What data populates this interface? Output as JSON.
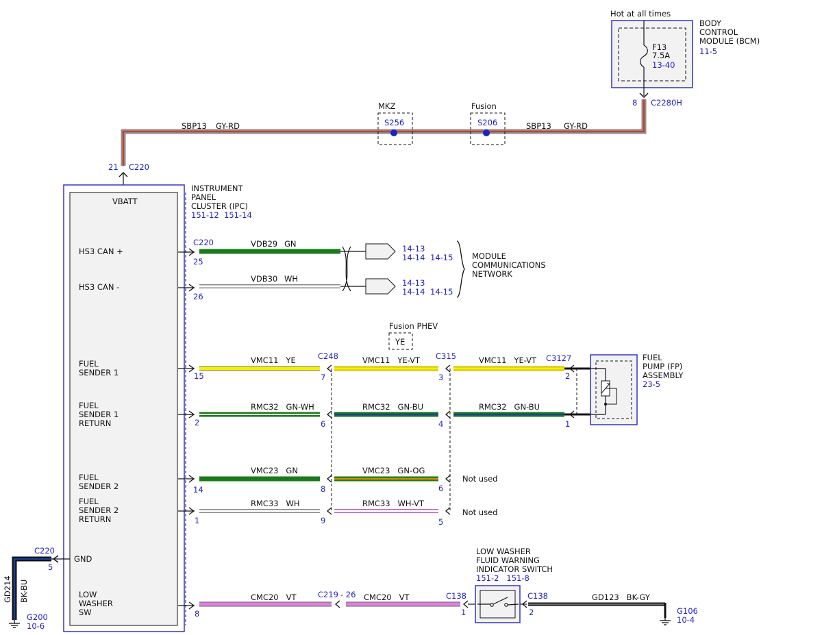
{
  "colors": {
    "module_border": "#3333cc",
    "module_fill": "#f2f2f2",
    "ref_blue": "#1f1fc8",
    "gy": "#9a9a9a",
    "rd": "#d23a2a",
    "gn": "#1a7a1a",
    "ye": "#f4f000",
    "vt": "#e080e0",
    "bu": "#1d3f9a",
    "og": "#d09000",
    "bk": "#111111",
    "wh": "#ffffff"
  },
  "bcm": {
    "supply_label": "Hot at all times",
    "title": "BODY\nCONTROL\nMODULE (BCM)",
    "ref": "11-5",
    "fuse_name": "F13",
    "fuse_rating": "7.5A",
    "fuse_ref": "13-40",
    "pin": "8",
    "connector": "C2280H"
  },
  "top_wire": {
    "circuit_left": "SBP13",
    "color_left": "GY-RD",
    "circuit_right": "SBP13",
    "color_right": "GY-RD",
    "splice1_variant": "MKZ",
    "splice1": "S256",
    "splice2_variant": "Fusion",
    "splice2": "S206"
  },
  "ipc": {
    "title": "INSTRUMENT\nPANEL\nCLUSTER (IPC)",
    "refs": "151-12  151-14",
    "vbatt_label": "VBATT",
    "vbatt_pin": "21",
    "vbatt_connector": "C220",
    "connector": "C220",
    "signals": {
      "hs3_can_plus": "HS3 CAN +",
      "hs3_can_minus": "HS3 CAN -",
      "fuel_sender_1": "FUEL\nSENDER 1",
      "fuel_sender_1_return": "FUEL\nSENDER 1\nRETURN",
      "fuel_sender_2": "FUEL\nSENDER 2",
      "fuel_sender_2_return": "FUEL\nSENDER 2\nRETURN",
      "gnd": "GND",
      "low_washer_sw": "LOW\nWASHER\nSW"
    },
    "gnd_pin": "5",
    "gnd_connector": "C220"
  },
  "can": {
    "plus_pin": "25",
    "plus_circuit": "VDB29",
    "plus_color": "GN",
    "minus_pin": "26",
    "minus_circuit": "VDB30",
    "minus_color": "WH",
    "ref_a": "14-13",
    "ref_b": "14-14",
    "ref_c": "14-15",
    "network_label": "MODULE\nCOMMUNICATIONS\nNETWORK"
  },
  "fuel": {
    "variant_label": "Fusion PHEV",
    "variant_color": "YE",
    "c248": "C248",
    "c315": "C315",
    "c3127": "C3127",
    "vmc11_a": "VMC11   YE",
    "vmc11_b": "VMC11   YE-VT",
    "vmc11_c": "VMC11   YE-VT",
    "rmc32_a": "RMC32   GN-WH",
    "rmc32_b": "RMC32   GN-BU",
    "rmc32_c": "RMC32   GN-BU",
    "vmc23_a": "VMC23   GN",
    "vmc23_b": "VMC23   GN-OG",
    "rmc33_a": "RMC33   WH",
    "rmc33_b": "RMC33   WH-VT",
    "pins": {
      "s1_ipc": "15",
      "s1_c248": "7",
      "s1_c315": "3",
      "s1_fp": "2",
      "r1_ipc": "2",
      "r1_c248": "6",
      "r1_c315": "4",
      "r1_fp": "1",
      "s2_ipc": "14",
      "s2_c248": "8",
      "s2_c315": "6",
      "r2_ipc": "1",
      "r2_c248": "9",
      "r2_c315": "5"
    },
    "not_used": "Not used",
    "fp_title": "FUEL\nPUMP (FP)\nASSEMBLY",
    "fp_ref": "23-5"
  },
  "washer": {
    "ipc_pin": "8",
    "c219": "C219",
    "c219_pin": "- 26",
    "circuit_a": "CMC20   VT",
    "circuit_b": "CMC20   VT",
    "c138_left": "C138",
    "c138_left_pin": "1",
    "switch_title": "LOW WASHER\nFLUID WARNING\nINDICATOR SWITCH",
    "switch_refs": "151-2   151-8",
    "c138_right": "C138",
    "c138_right_pin": "2",
    "gd_circuit": "GD123   BK-GY",
    "g106": "G106",
    "g106_ref": "10-4"
  },
  "ground": {
    "circuit": "GD214",
    "color": "BK-BU",
    "g200": "G200",
    "g200_ref": "10-6"
  }
}
